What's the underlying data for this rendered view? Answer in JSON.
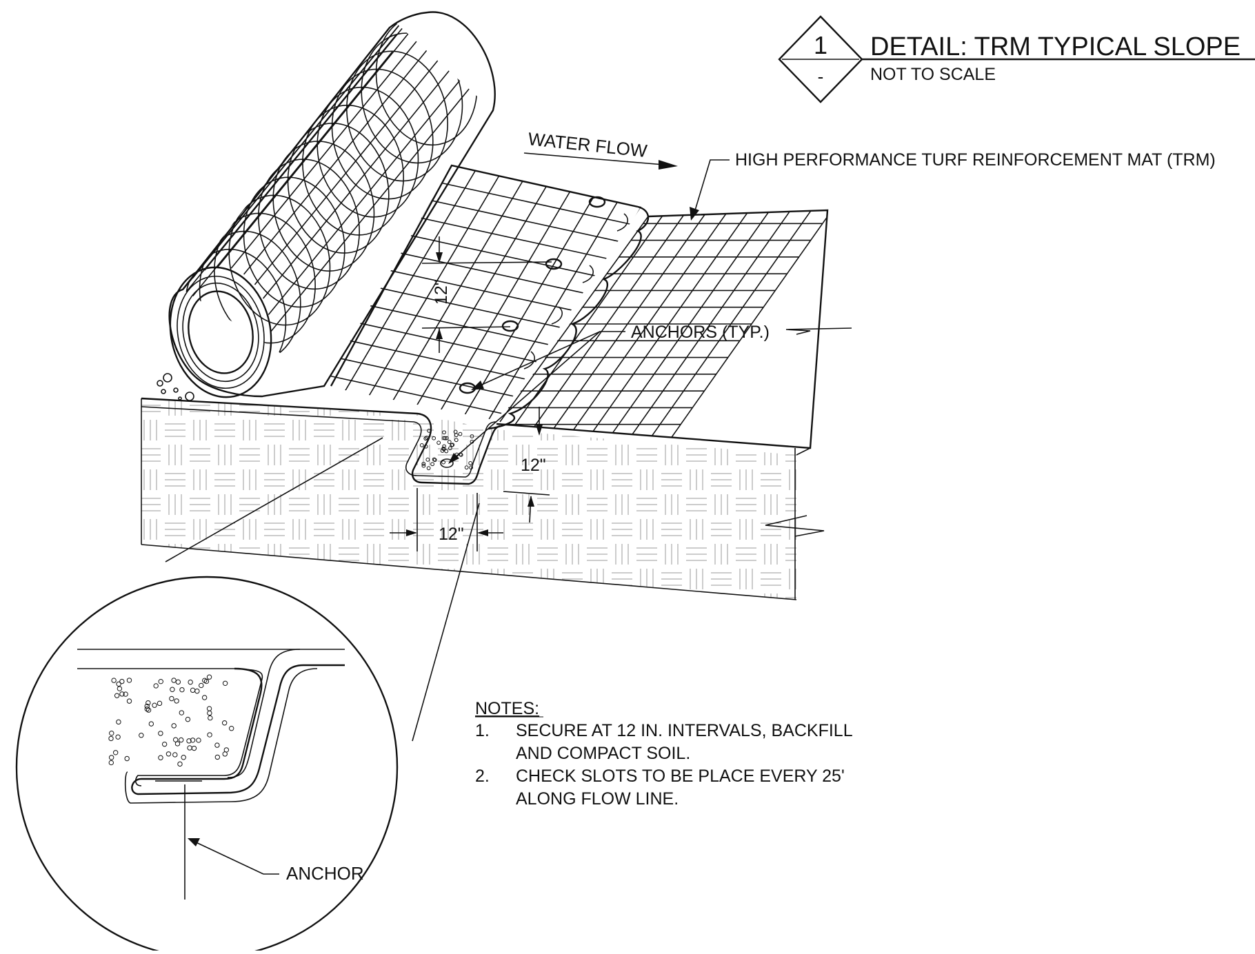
{
  "title_block": {
    "detail_number": "1",
    "sheet_ref": "-",
    "title": "DETAIL: TRM TYPICAL SLOPE",
    "scale_note": "NOT TO SCALE"
  },
  "labels": {
    "water_flow": "WATER FLOW",
    "trm": "HIGH PERFORMANCE TURF REINFORCEMENT MAT (TRM)",
    "anchors": "ANCHORS (TYP.)",
    "anchor": "ANCHOR"
  },
  "dimensions": {
    "spacing": "12\"",
    "depth": "12\"",
    "width": "12\""
  },
  "notes": {
    "heading": "NOTES:",
    "items": [
      {
        "num": "1.",
        "line1": "SECURE AT 12 IN. INTERVALS, BACKFILL",
        "line2": "AND COMPACT SOIL."
      },
      {
        "num": "2.",
        "line1": "CHECK SLOTS TO BE PLACE EVERY 25'",
        "line2": "ALONG FLOW LINE."
      }
    ]
  },
  "colors": {
    "linework": "#111111",
    "soil_hatch": "#9a9a9a",
    "background": "#ffffff"
  }
}
